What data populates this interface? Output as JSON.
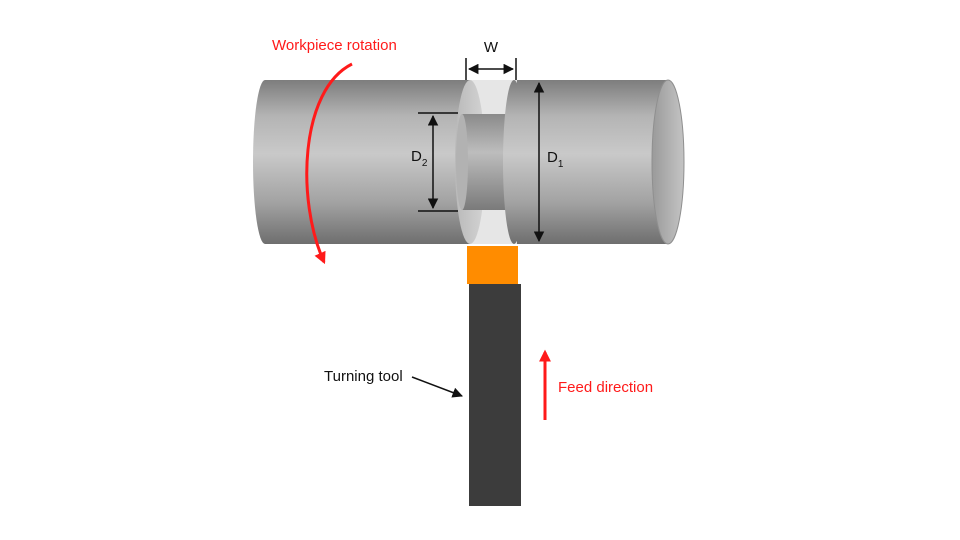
{
  "labels": {
    "rotation": "Workpiece rotation",
    "width": "W",
    "d2_main": "D",
    "d2_sub": "2",
    "d1_main": "D",
    "d1_sub": "1",
    "tool": "Turning tool",
    "feed": "Feed direction"
  },
  "colors": {
    "annotation_red": "#ff1a1a",
    "tool_insert": "#ff8c00",
    "tool_shank": "#3c3c3c",
    "workpiece": "#a8a8a8"
  }
}
